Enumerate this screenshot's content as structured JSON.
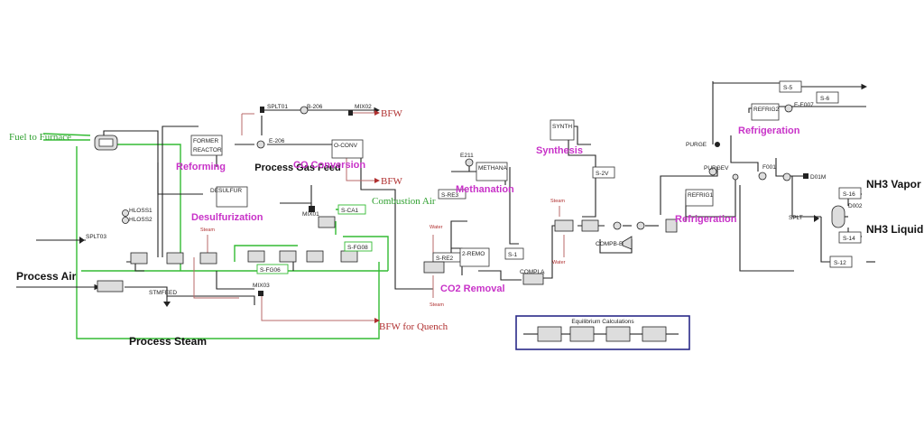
{
  "labels": {
    "fuel_to_furnace": "Fuel to Furnace",
    "process_air": "Process Air",
    "process_steam": "Process Steam",
    "reforming": "Reforming",
    "desulfurization": "Desulfurization",
    "process_gas_feed": "Process Gas Feed",
    "co_conversion": "CO Conversion",
    "combustion_air": "Combustion Air",
    "bfw_top": "BFW",
    "bfw_mid": "BFW",
    "bfw_quench": "BFW for Quench",
    "methanation": "Methanation",
    "co2_removal": "CO2 Removal",
    "synthesis": "Synthesis",
    "refrigeration_top": "Refrigeration",
    "refrigeration_mid": "Refrigeration",
    "nh3_vapor": "NH3 Vapor",
    "nh3_liquid": "NH3 Liquid",
    "equilibrium_calculations": "Equilibrium Calculations",
    "water_1": "Water",
    "water_2": "Water",
    "steam_1": "Steam",
    "steam_2": "Steam",
    "steam_3": "Steam"
  },
  "blocks": {
    "splt01": "SPLT01",
    "b206": "B-206",
    "mix02": "MIX02",
    "reformer": "FORMER",
    "e205": "E-206",
    "coconv": "O-CONV",
    "desulfur": "DESULFUR",
    "mix01": "MIX01",
    "hloss1": "HLOSS1",
    "hloss2": "HLOSS2",
    "splt03": "SPLT03",
    "stmfeed": "STMFEED",
    "mix03": "MIX03",
    "s_ca1": "S-CA1",
    "s_fg08": "S-FG08",
    "s_fg06": "S-FG06",
    "e211": "E211",
    "methana": "METHANA",
    "s_re3": "S-RE3",
    "s_re2": "S-RE2",
    "remo": "2-REMO",
    "s1": "S-1",
    "compla": "COMPLA",
    "synth": "SYNTH",
    "s2v": "S-2V",
    "compb": "COMPB-B",
    "purge": "PURGE",
    "purgev": "PURGEV",
    "refrig2": "REFRIG2",
    "refrig1": "REFRIG1",
    "e007": "E-E007",
    "f001": "F001",
    "d01m": "D01M",
    "splt": "SPLT",
    "d002": "D002",
    "s5": "S-5",
    "s6": "S-6",
    "s12": "S-12",
    "s14": "S-14",
    "s16": "S-16",
    "reactor_tag": "REACTOR"
  }
}
